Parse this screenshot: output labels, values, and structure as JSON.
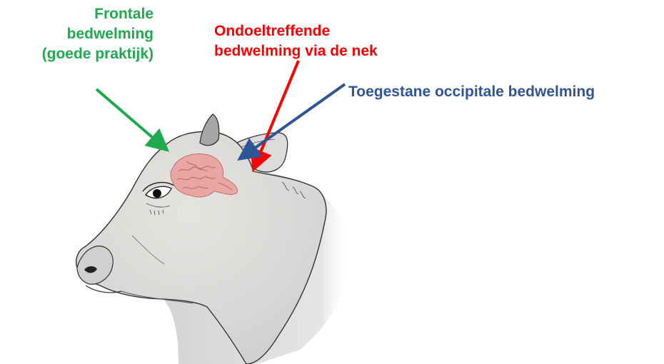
{
  "labels": {
    "frontal": {
      "lines": [
        "Frontale",
        "bedwelming",
        "(goede praktijk)"
      ],
      "color": "#1faa4f"
    },
    "neck": {
      "lines": [
        "Ondoeltreffende",
        "bedwelming via de nek"
      ],
      "color": "#ff0000"
    },
    "occipital": {
      "lines": [
        "Toegestane occipitale bedwelming"
      ],
      "color": "#2f5597"
    }
  },
  "illustration": {
    "subject": "cow-head",
    "brain_color": "#e8a7a2",
    "skin_color": "#dcdad8",
    "horn_color": "#a6a6a6",
    "outline_color": "#333333"
  }
}
